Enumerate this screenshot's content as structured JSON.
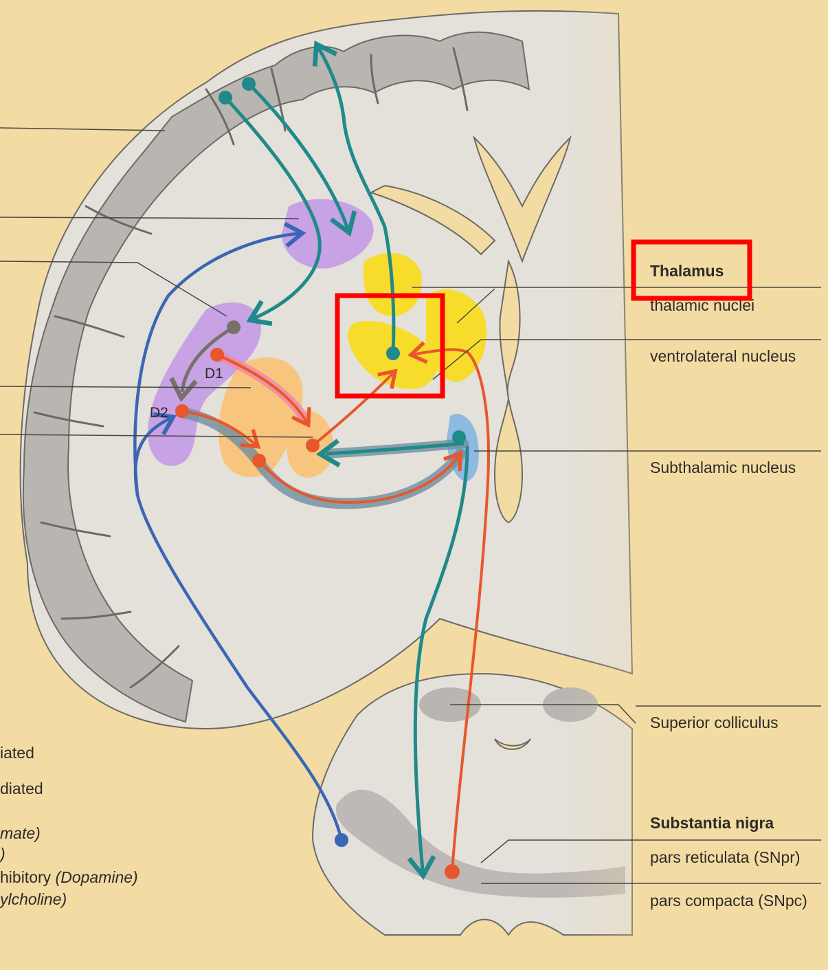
{
  "labels": {
    "thalamus": "Thalamus",
    "thalamic_nuclei": "thalamic nuclei",
    "ventrolateral_nucleus": "ventrolateral nucleus",
    "subthalamic_nucleus": "Subthalamic nucleus",
    "superior_colliculus": "Superior colliculus",
    "substantia_nigra": "Substantia nigra",
    "pars_reticulata": "pars reticulata (SNpr)",
    "pars_compacta": "pars compacta (SNpc)"
  },
  "receptor_tags": {
    "d1": "D1",
    "d2": "D2"
  },
  "legend_fragments": {
    "line1": "iated",
    "line2": "diated",
    "line3": "mate)",
    "line4": ")",
    "line5_prefix": "hibitory ",
    "line5_italic": "(Dopamine)",
    "line6": "ylcholine)"
  },
  "colors": {
    "background": "#f2dca4",
    "brain_light": "#e4e0da",
    "cortex_grey": "#b9b5b1",
    "teal_pathway": "#1f8a8a",
    "blue_pathway": "#3a66b4",
    "orange_pathway": "#e8572b",
    "pink_pathway": "#f08aa8",
    "striatum_purple": "#c39be6",
    "pallidus_orange": "#f9c37a",
    "thalamus_yellow": "#f8dc2c",
    "highlight_red": "#ff0000"
  }
}
